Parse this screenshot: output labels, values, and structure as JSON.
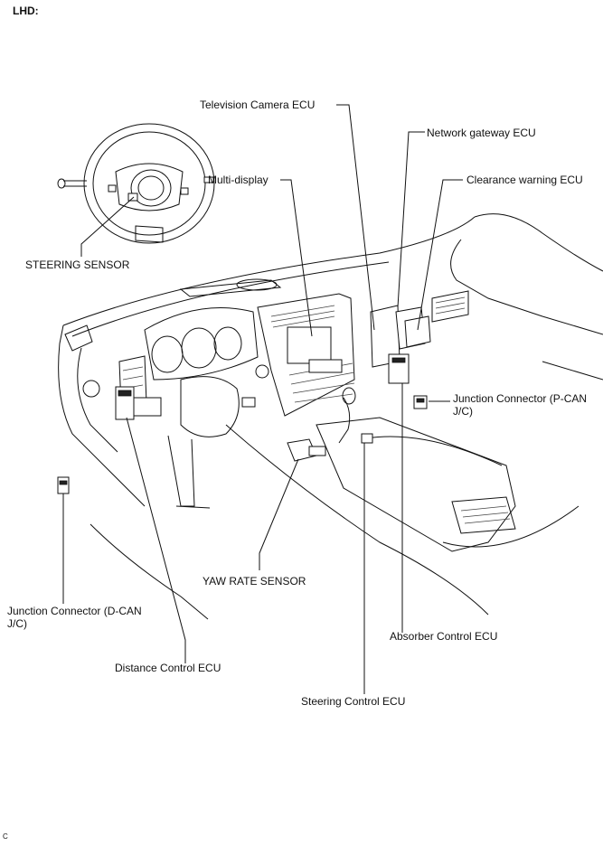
{
  "header": {
    "title": "LHD:"
  },
  "figure_code": "C",
  "labels": {
    "television_camera_ecu": "Television Camera ECU",
    "network_gateway_ecu": "Network gateway ECU",
    "clearance_warning_ecu": "Clearance warning ECU",
    "multi_display": "Multi-display",
    "steering_sensor": "STEERING SENSOR",
    "junction_connector_pcan": "Junction Connector (P-CAN J/C)",
    "junction_connector_dcan": "Junction Connector (D-CAN J/C)",
    "yaw_rate_sensor": "YAW RATE SENSOR",
    "absorber_control_ecu": "Absorber Control ECU",
    "distance_control_ecu": "Distance Control ECU",
    "steering_control_ecu": "Steering Control ECU"
  }
}
